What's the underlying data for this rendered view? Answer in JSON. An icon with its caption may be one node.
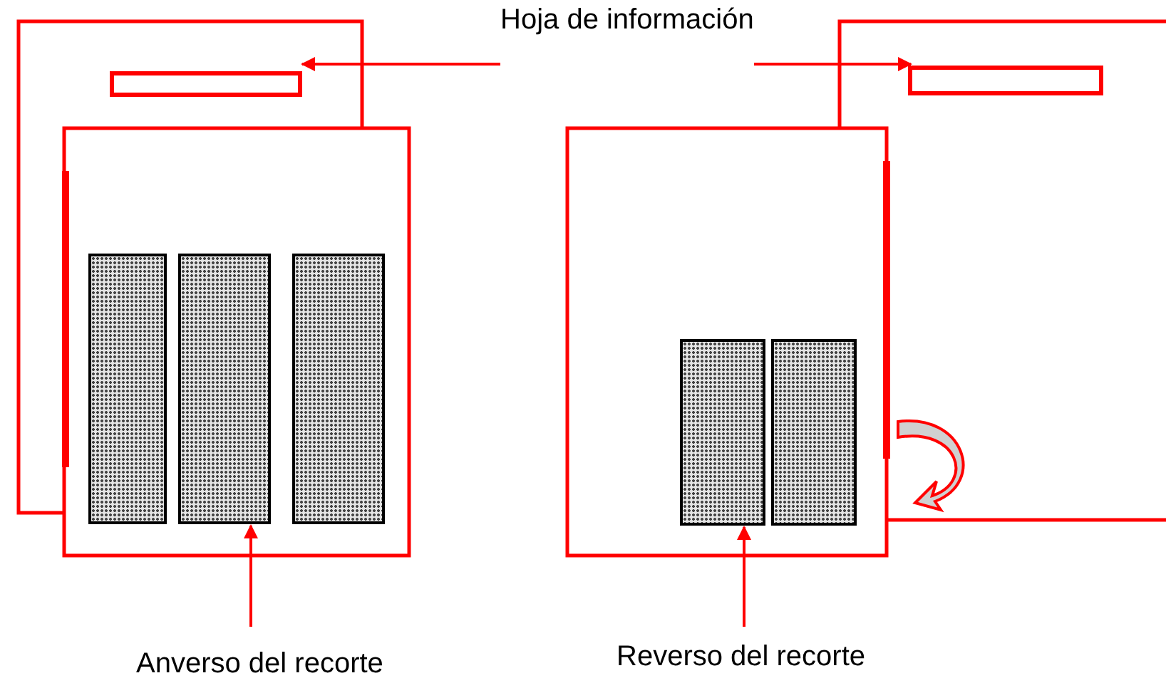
{
  "diagram": {
    "nodes": [
      {
        "text": [
          "Hoja de información"
        ]
      },
      {
        "text": [],
        "shape": "box"
      },
      {
        "text": [],
        "shape": "box"
      },
      {
        "text": [],
        "shape": "bar"
      },
      {
        "text": [],
        "shape": "bar"
      },
      {
        "text": [],
        "shape": "bar"
      },
      {
        "text": [],
        "shape": "bar"
      },
      {
        "text": [],
        "shape": "bar"
      },
      {
        "text": [
          "Anverso del recorte"
        ]
      },
      {
        "text": [
          "Reverso del recorte"
        ]
      }
    ],
    "edges": [
      {
        "from": 0,
        "to": 1,
        "arrow": "to"
      },
      {
        "from": 0,
        "to": 2,
        "arrow": "to"
      },
      {
        "from": 8,
        "to": 4,
        "arrow": "to"
      },
      {
        "from": 9,
        "to": 6,
        "arrow": "to"
      }
    ]
  }
}
